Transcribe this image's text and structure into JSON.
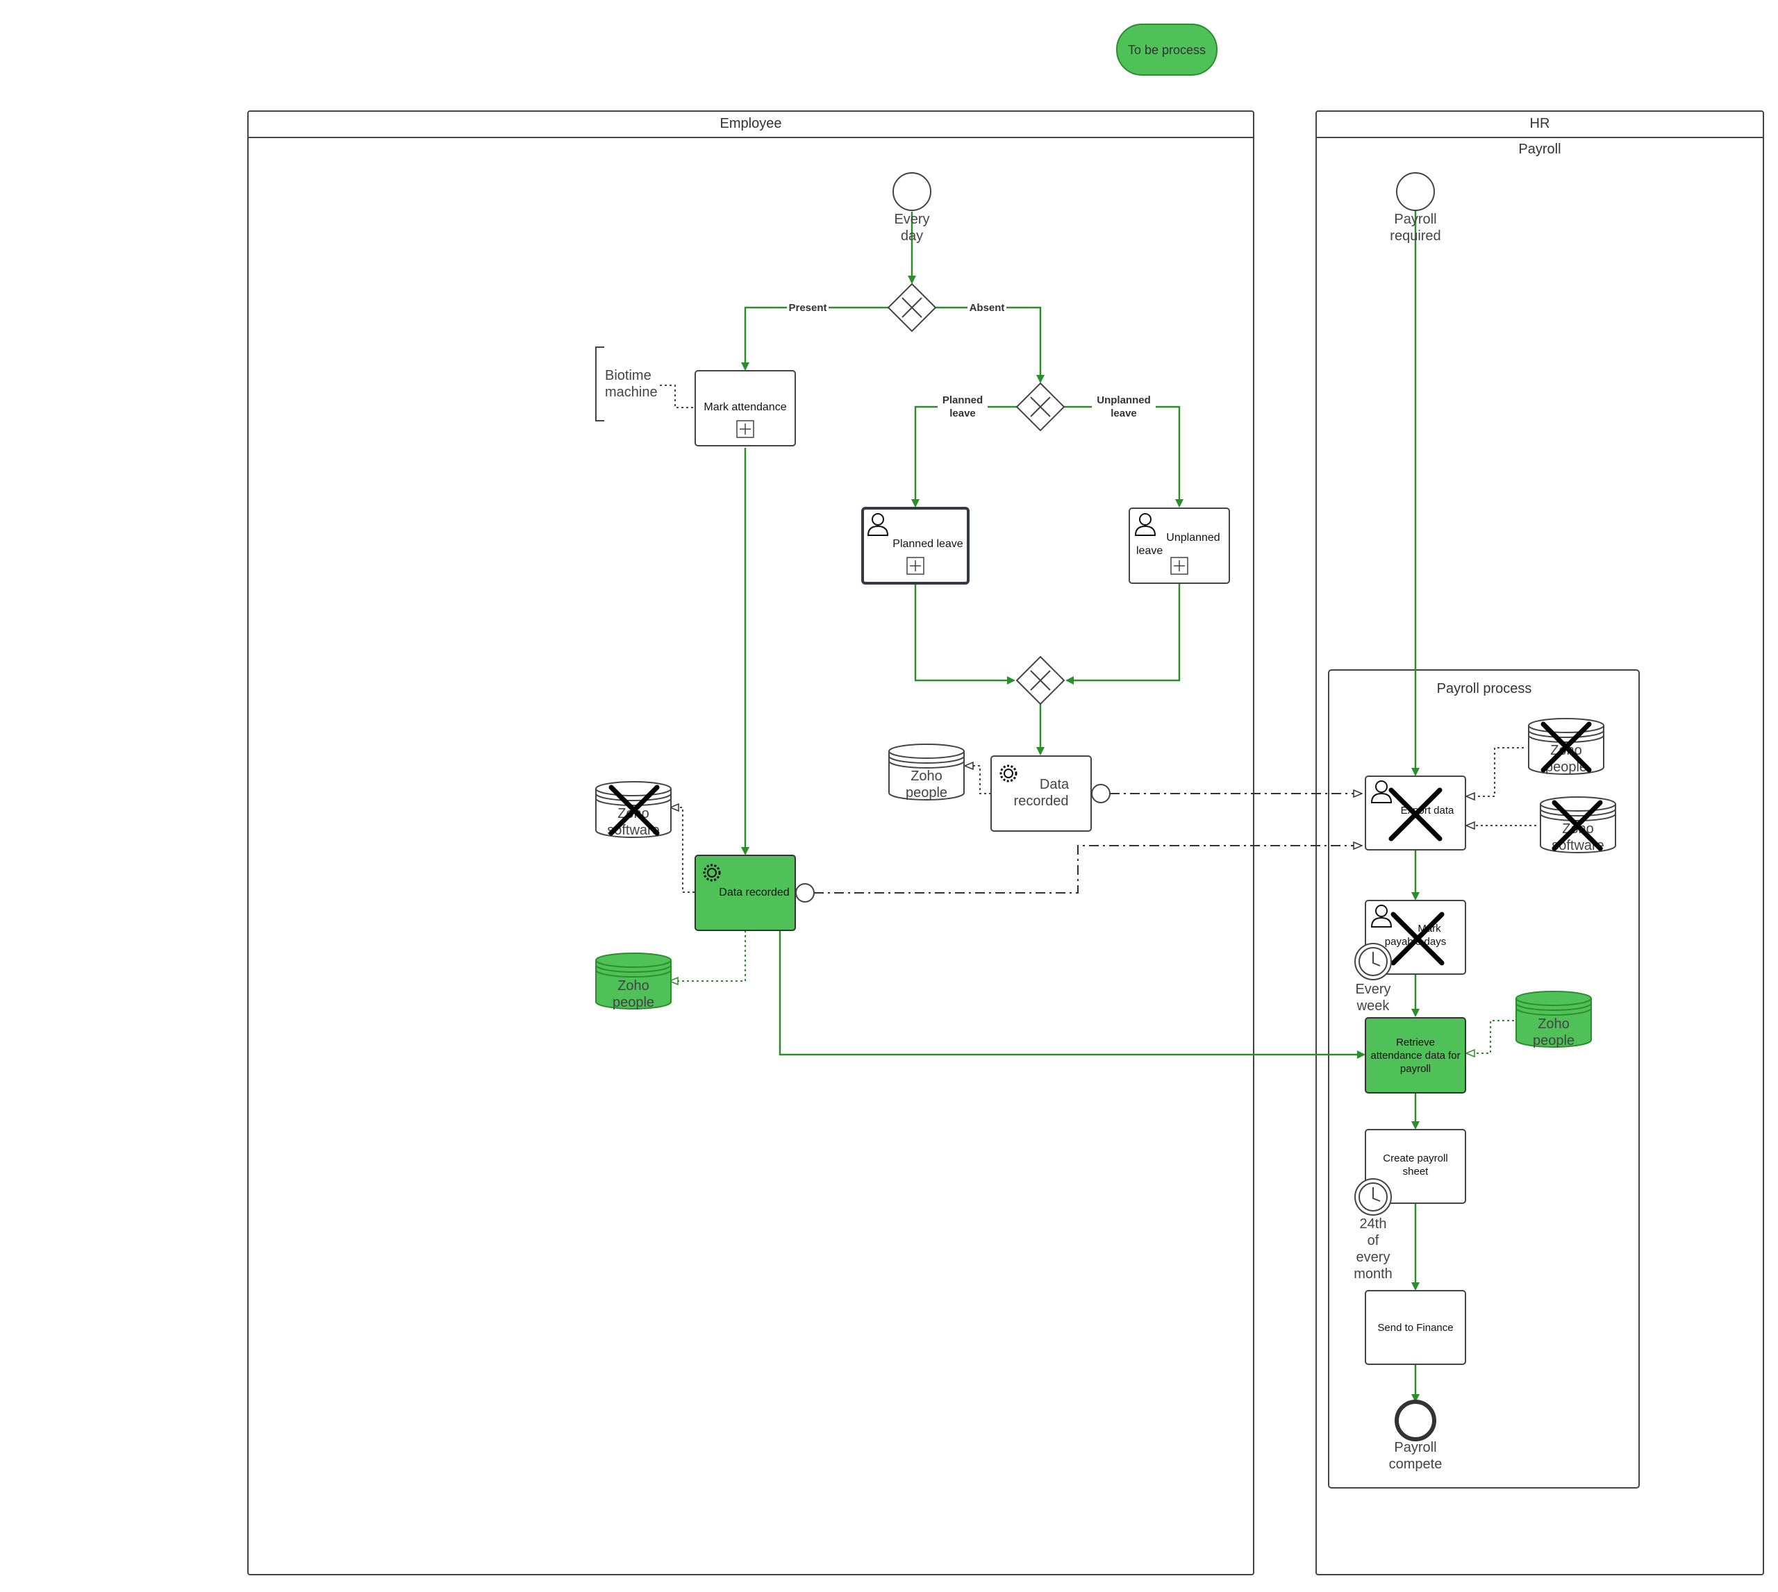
{
  "legend": {
    "label": "To be process",
    "color": "#4fc158"
  },
  "colors": {
    "flow": "#2a8f2a",
    "highlight": "#4fc158",
    "stroke": "#333333"
  },
  "pools": {
    "employee": {
      "title": "Employee"
    },
    "hr": {
      "title": "HR",
      "lane": "Payroll"
    }
  },
  "events": {
    "start_every_day": [
      "Every",
      "day"
    ],
    "start_payroll_required": [
      "Payroll",
      "required"
    ],
    "end_payroll_compete": [
      "Payroll",
      "compete"
    ]
  },
  "gateways": {
    "present": "Present",
    "absent": "Absent",
    "planned_leave": [
      "Planned",
      "leave"
    ],
    "unplanned_leave": [
      "Unplanned",
      "leave"
    ]
  },
  "tasks": {
    "mark_attendance": "Mark attendance",
    "planned_leave": "Planned leave",
    "unplanned_leave": [
      "Unplanned",
      "leave"
    ],
    "data_recorded_leave": [
      "Data",
      "recorded"
    ],
    "data_recorded_attendance": "Data recorded",
    "export_data": "Export data",
    "mark_payable_days": [
      "Mark",
      "payable days"
    ],
    "retrieve_attendance": [
      "Retrieve",
      "attendance data for",
      "payroll"
    ],
    "create_payroll_sheet": [
      "Create payroll",
      "sheet"
    ],
    "send_to_finance": "Send to Finance"
  },
  "annotations": {
    "biotime": [
      "Biotime",
      "machine"
    ]
  },
  "datastores": {
    "zoho_people_leave": [
      "Zoho",
      "people"
    ],
    "zoho_software_employee": [
      "Zoho",
      "software"
    ],
    "zoho_people_employee": [
      "Zoho",
      "people"
    ],
    "zoho_people_export": [
      "Zoho",
      "people"
    ],
    "zoho_software_export": [
      "Zoho",
      "software"
    ],
    "zoho_people_retrieve": [
      "Zoho",
      "people"
    ]
  },
  "subprocess": {
    "title": "Payroll process"
  },
  "timers": {
    "every_week": [
      "Every",
      "week"
    ],
    "monthly": [
      "24th",
      "of",
      "every",
      "month"
    ]
  }
}
